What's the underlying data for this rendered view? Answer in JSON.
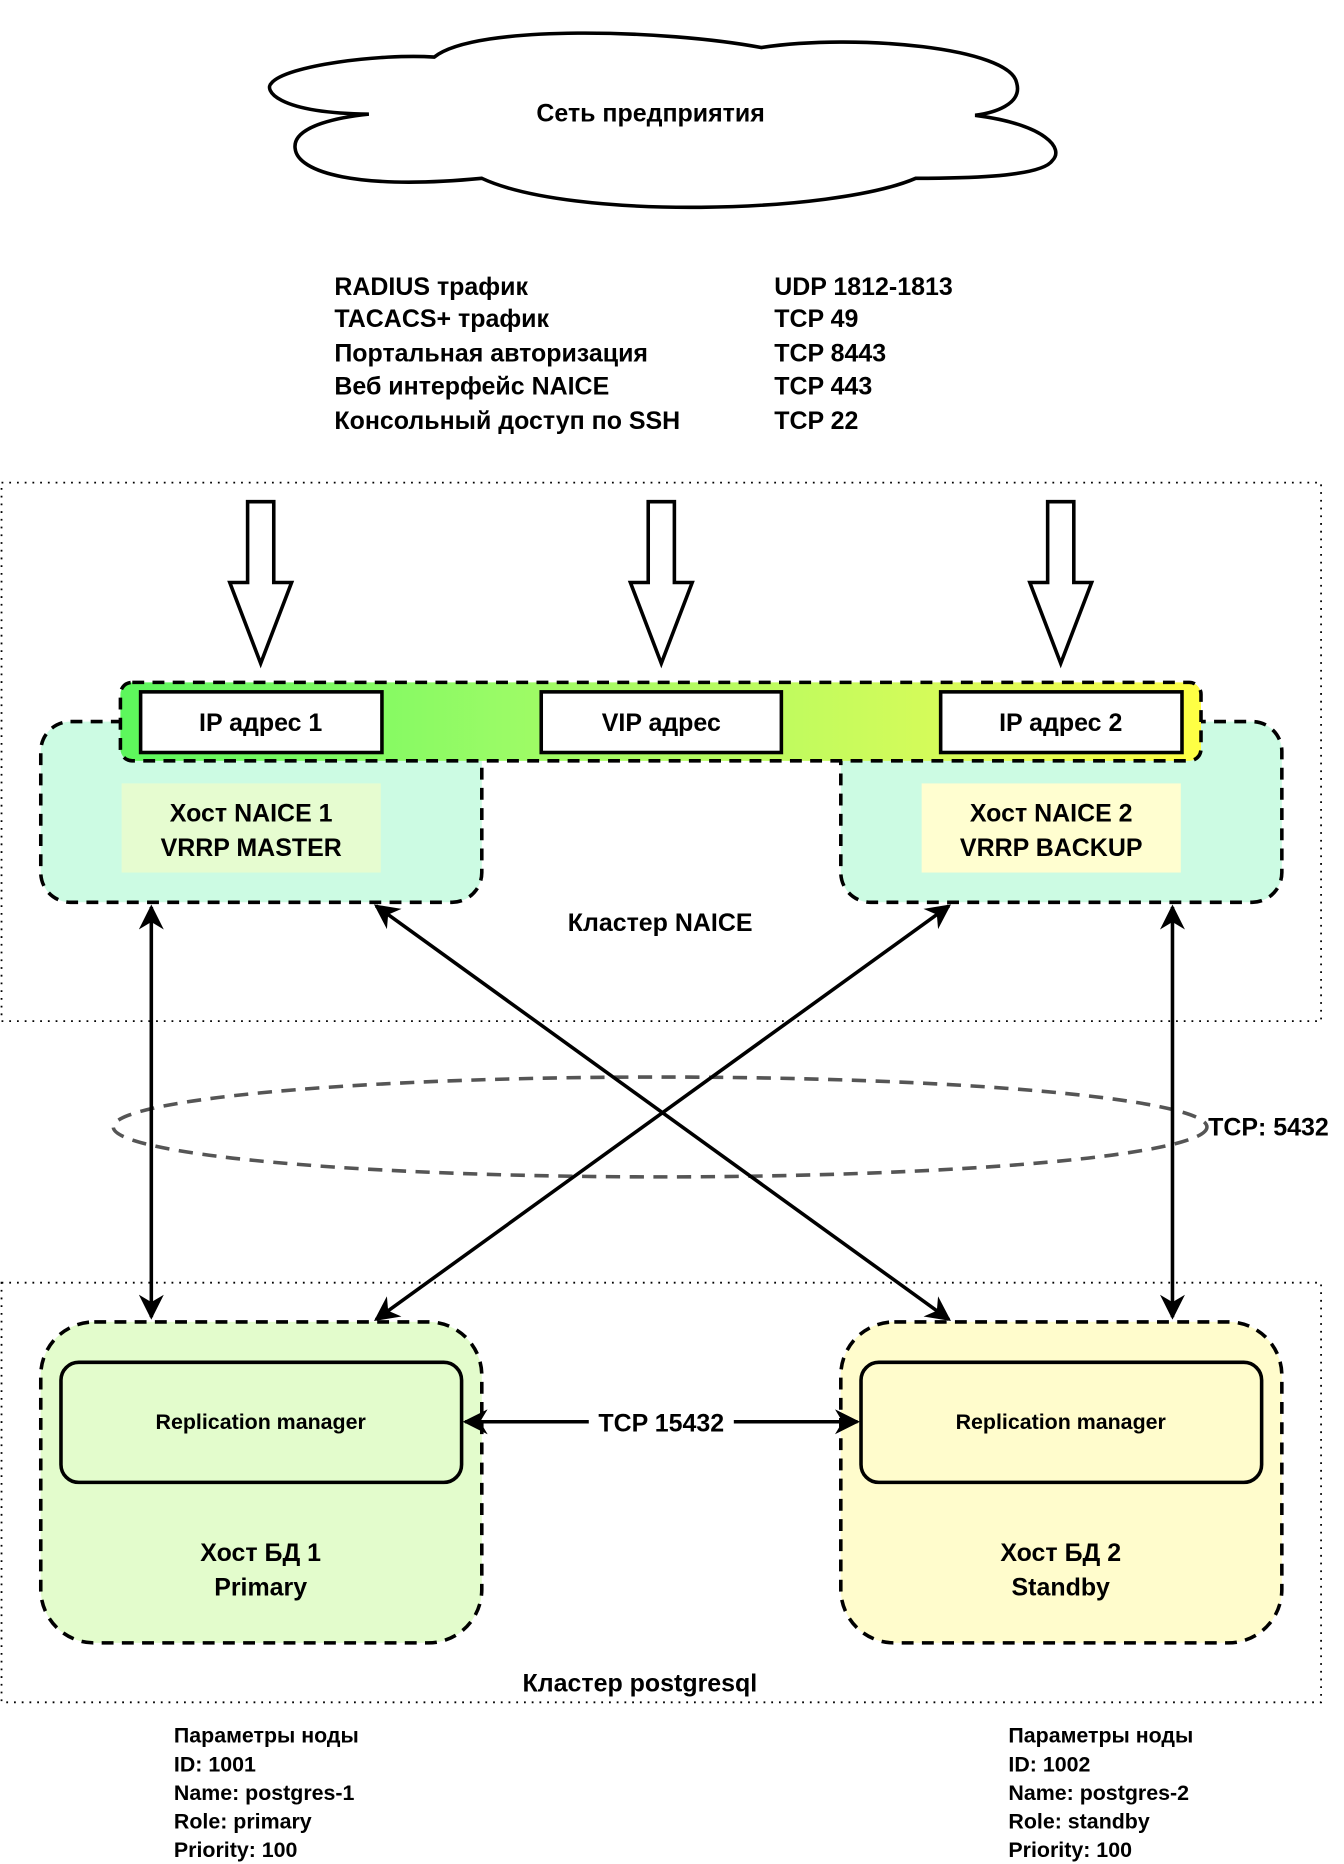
{
  "cloud": {
    "label": "Сеть предприятия"
  },
  "traffic": [
    {
      "name": "RADIUS трафик",
      "port": "UDP 1812-1813"
    },
    {
      "name": "TACACS+ трафик",
      "port": "TCP 49"
    },
    {
      "name": "Портальная авторизация",
      "port": "TCP 8443"
    },
    {
      "name": "Веб интерфейс NAICE",
      "port": "TCP 443"
    },
    {
      "name": "Консольный доступ по SSH",
      "port": "TCP 22"
    }
  ],
  "naice_cluster": {
    "label": "Кластер NAICE",
    "ip1": "IP адрес 1",
    "vip": "VIP адрес",
    "ip2": "IP адрес 2",
    "host1": {
      "line1": "Хост NAICE 1",
      "line2": "VRRP MASTER"
    },
    "host2": {
      "line1": "Хост NAICE 2",
      "line2": "VRRP BACKUP"
    }
  },
  "db_link": {
    "label": "TCP: 5432"
  },
  "pg_cluster": {
    "label": "Кластер postgresql",
    "replication_label": "TCP 15432",
    "db1": {
      "manager": "Replication manager",
      "line1": "Хост БД 1",
      "line2": "Primary"
    },
    "db2": {
      "manager": "Replication manager",
      "line1": "Хост БД 2",
      "line2": "Standby"
    }
  },
  "node_params": [
    {
      "title": "Параметры ноды",
      "id": "ID: 1001",
      "name": "Name: postgres-1",
      "role": "Role: primary",
      "priority": "Priority: 100"
    },
    {
      "title": "Параметры ноды",
      "id": "ID: 1002",
      "name": "Name: postgres-2",
      "role": "Role: standby",
      "priority": "Priority: 100"
    }
  ],
  "colors": {
    "host_naice_fill": "#ccfbe3",
    "label1_fill": "#e6fcd0",
    "label2_fill": "#fffed0",
    "db1_fill": "#e3fccc",
    "db2_fill": "#fffccc",
    "bar_start": "#5cf75c",
    "bar_end": "#ffff44"
  }
}
